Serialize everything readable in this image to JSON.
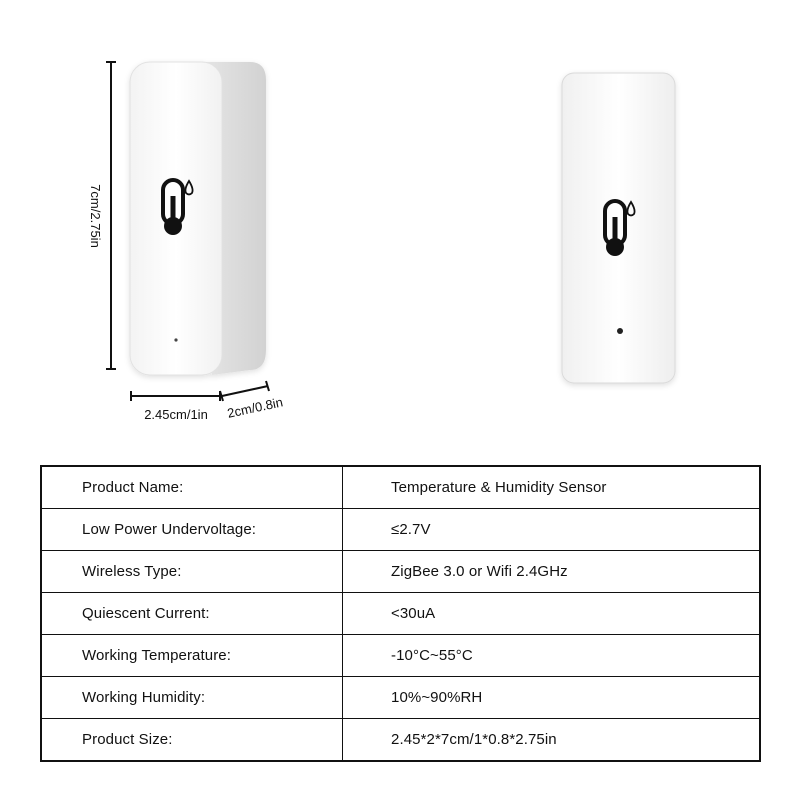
{
  "dimensions": {
    "height_label": "7cm/2.75in",
    "width_label": "2.45cm/1in",
    "depth_label": "2cm/0.8in"
  },
  "icons": {
    "device_front_icon": "thermometer-droplet-icon",
    "device_side_icon": "thermometer-droplet-icon"
  },
  "specs": [
    {
      "label": "Product Name:",
      "value": "Temperature & Humidity Sensor"
    },
    {
      "label": "Low Power Undervoltage:",
      "value": "≤2.7V"
    },
    {
      "label": "Wireless Type:",
      "value": "ZigBee 3.0 or Wifi 2.4GHz"
    },
    {
      "label": "Quiescent Current:",
      "value": "<30uA"
    },
    {
      "label": "Working Temperature:",
      "value": "-10°C~55°C"
    },
    {
      "label": "Working Humidity:",
      "value": "10%~90%RH"
    },
    {
      "label": "Product Size:",
      "value": "2.45*2*7cm/1*0.8*2.75in"
    }
  ]
}
